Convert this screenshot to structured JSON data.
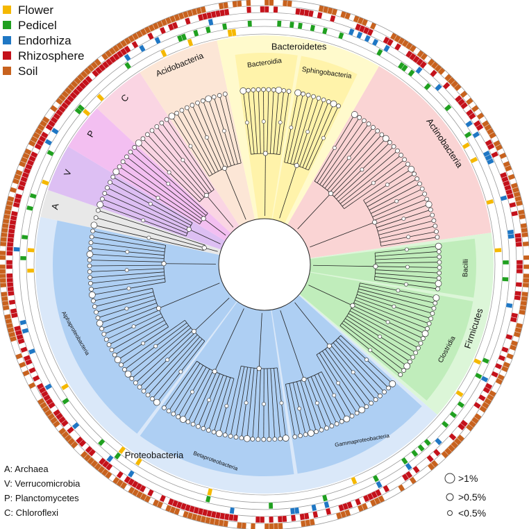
{
  "legend": {
    "items": [
      {
        "label": "Flower",
        "color": "#F5B800"
      },
      {
        "label": "Pedicel",
        "color": "#20A020"
      },
      {
        "label": "Endorhiza",
        "color": "#1F77C4"
      },
      {
        "label": "Rhizosphere",
        "color": "#C4121B"
      },
      {
        "label": "Soil",
        "color": "#C8621E"
      }
    ]
  },
  "abbreviations": [
    "A: Archaea",
    "V: Verrucomicrobia",
    "P: Planctomycetes",
    "C: Chloroflexi"
  ],
  "size_legend": [
    ">1%",
    ">0.5%",
    "<0.5%"
  ],
  "clades": [
    {
      "label": "A",
      "color": "#E6E6E6"
    },
    {
      "label": "V",
      "color": "#D9B8F2"
    },
    {
      "label": "P",
      "color": "#F2B8F0"
    },
    {
      "label": "C",
      "color": "#FAD0E0"
    },
    {
      "label": "Acidobacteria",
      "color": "#FCE3D2"
    },
    {
      "label": "Bacteroidetes",
      "color": "#FFFAC6"
    },
    {
      "label": "Bacteroidia",
      "color": "#FFF2A6"
    },
    {
      "label": "Sphingobacteria",
      "color": "#FFF2A6"
    },
    {
      "label": "Actinobacteria",
      "color": "#F9CFCF"
    },
    {
      "label": "Firmicutes",
      "color": "#D8F5D4"
    },
    {
      "label": "Bacilli",
      "color": "#BDECB8"
    },
    {
      "label": "Clostridia",
      "color": "#BDECB8"
    },
    {
      "label": "Proteobacteria",
      "color": "#D6E6F8"
    },
    {
      "label": "Alphaproteobacteria",
      "color": "#A9CCF2"
    },
    {
      "label": "Betaproteobacteria",
      "color": "#A9CCF2"
    },
    {
      "label": "Gammaproteobacteria",
      "color": "#A9CCF2"
    }
  ]
}
